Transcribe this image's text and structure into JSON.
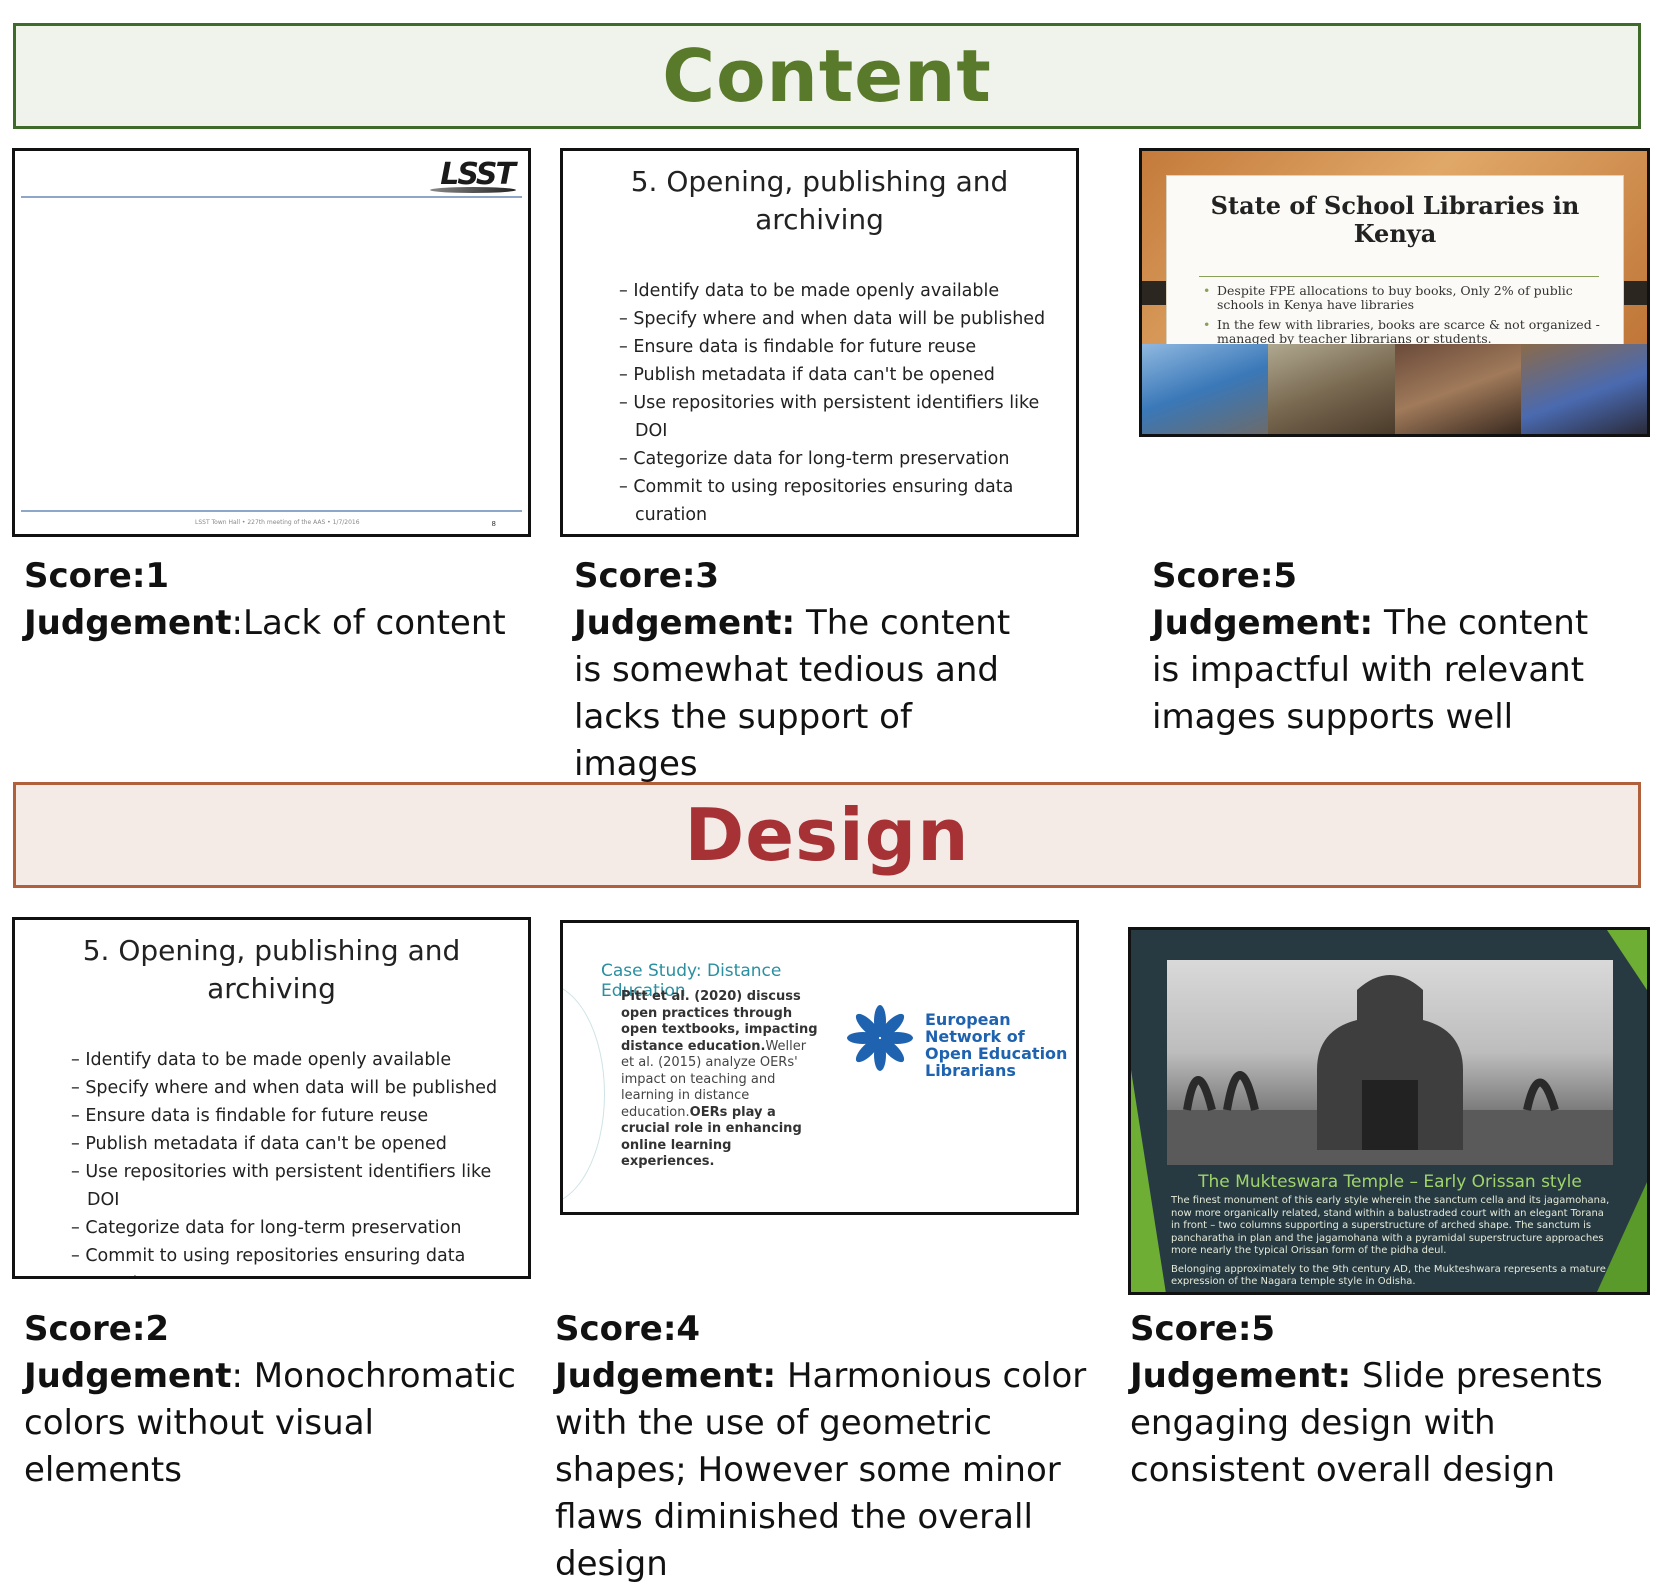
{
  "sections": {
    "content_title": "Content",
    "design_title": "Design"
  },
  "colors": {
    "content_accent": "#5a7a2b",
    "design_accent": "#a63236"
  },
  "slides": {
    "lsst": {
      "logo": "LSST",
      "footer": "LSST Town Hall • 227th meeting of the AAS • 1/7/2016",
      "page": "8"
    },
    "opening": {
      "title": "5. Opening, publishing and archiving",
      "bullets": [
        "– Identify data to be made openly available",
        "– Specify where and when data will be published",
        "– Ensure data is findable for future reuse",
        "– Publish metadata if data can't be opened",
        "– Use repositories with persistent identifiers like DOI",
        "– Categorize data for long-term preservation",
        "– Commit to using repositories ensuring data curation"
      ]
    },
    "kenya": {
      "title": "State of School Libraries in Kenya",
      "bullets": [
        "Despite FPE allocations to buy books, Only 2% of public schools in Kenya have libraries",
        "In the few with libraries, books are scarce & not organized - managed  by teacher librarians or students."
      ]
    },
    "case": {
      "title": "Case Study: Distance Education",
      "body_1": "Pitt et al. (2020) discuss open practices through open textbooks, impacting distance education.",
      "body_2": "Weller et al. (2015) analyze OERs' impact on teaching and learning in distance education.",
      "body_3": "OERs play a crucial role in enhancing online learning experiences.",
      "logo_text": "European Network of Open Education Librarians"
    },
    "temple": {
      "title": "The Mukteswara Temple – Early Orissan style",
      "para_1": "The finest monument of this early style wherein the sanctum cella and its jagamohana, now more organically related, stand within a balustraded court with an elegant Torana in front – two columns supporting a superstructure of arched shape. The sanctum is pancharatha in plan and the jagamohana with a pyramidal superstructure approaches more nearly the typical Orissan form of the pidha deul.",
      "para_2": "Belonging approximately to the 9th century AD, the Mukteshwara represents a mature expression of the Nagara temple style in Odisha."
    }
  },
  "captions": {
    "c1": {
      "score": "Score:1",
      "label": "Judgement",
      "text": ":Lack of content"
    },
    "c3": {
      "score": "Score:3",
      "label": "Judgement:",
      "text": " The content is somewhat tedious and lacks the support of images"
    },
    "c5": {
      "score": "Score:5",
      "label": "Judgement:",
      "text": " The content is impactful with relevant images supports well"
    },
    "d2": {
      "score": "Score:2",
      "label": "Judgement",
      "text": ": Monochromatic colors without visual elements"
    },
    "d4": {
      "score": "Score:4",
      "label": "Judgement:",
      "text": "  Harmonious color with the use of geometric shapes; However some minor flaws diminished the overall design"
    },
    "d5": {
      "score": "Score:5",
      "label": "Judgement:",
      "text": " Slide presents engaging design with consistent overall design"
    }
  }
}
